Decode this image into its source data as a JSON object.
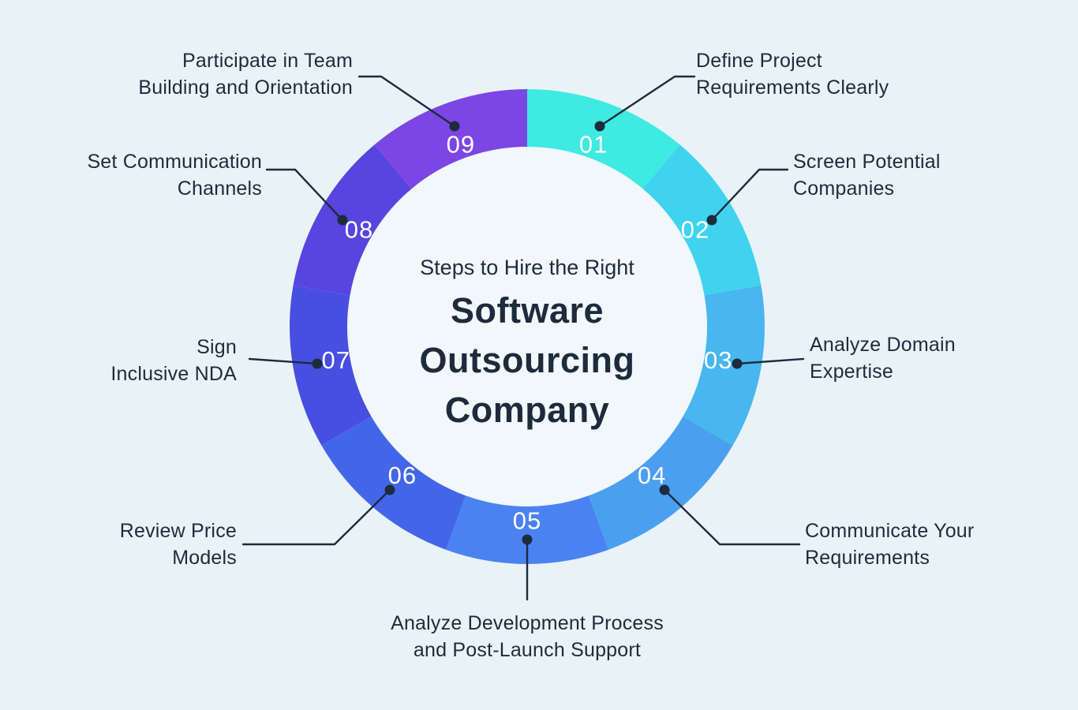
{
  "page": {
    "background_color": "#E9F3F7",
    "text_color": "#1D2B3C"
  },
  "chart_data": {
    "type": "pie",
    "variant": "donut-infographic",
    "title": "Steps to Hire the Right",
    "center_title": "Software\nOutsourcing\nCompany",
    "equal_segments": true,
    "segment_angle_deg": 40,
    "values": [
      1,
      1,
      1,
      1,
      1,
      1,
      1,
      1,
      1
    ],
    "segments": [
      {
        "num": "01",
        "label": "Define Project\nRequirements Clearly",
        "color": "#3EEAE1"
      },
      {
        "num": "02",
        "label": "Screen Potential\nCompanies",
        "color": "#40D3EF"
      },
      {
        "num": "03",
        "label": "Analyze Domain\nExpertise",
        "color": "#48B6EF"
      },
      {
        "num": "04",
        "label": "Communicate Your\nRequirements",
        "color": "#4B9FF0"
      },
      {
        "num": "05",
        "label": "Analyze Development Process\nand Post-Launch Support",
        "color": "#4B82F1"
      },
      {
        "num": "06",
        "label": "Review Price\nModels",
        "color": "#4366E9"
      },
      {
        "num": "07",
        "label": "Sign\nInclusive NDA",
        "color": "#474EE1"
      },
      {
        "num": "08",
        "label": "Set Communication\nChannels",
        "color": "#5844DE"
      },
      {
        "num": "09",
        "label": "Participate in Team\nBuilding and Orientation",
        "color": "#7C46E5"
      }
    ],
    "style": {
      "number_color": "#FFFFFF",
      "leader_line_color": "#1D2B3C",
      "inner_circle_color": "#F1F7FA",
      "label_color": "#1D2B3C"
    }
  }
}
